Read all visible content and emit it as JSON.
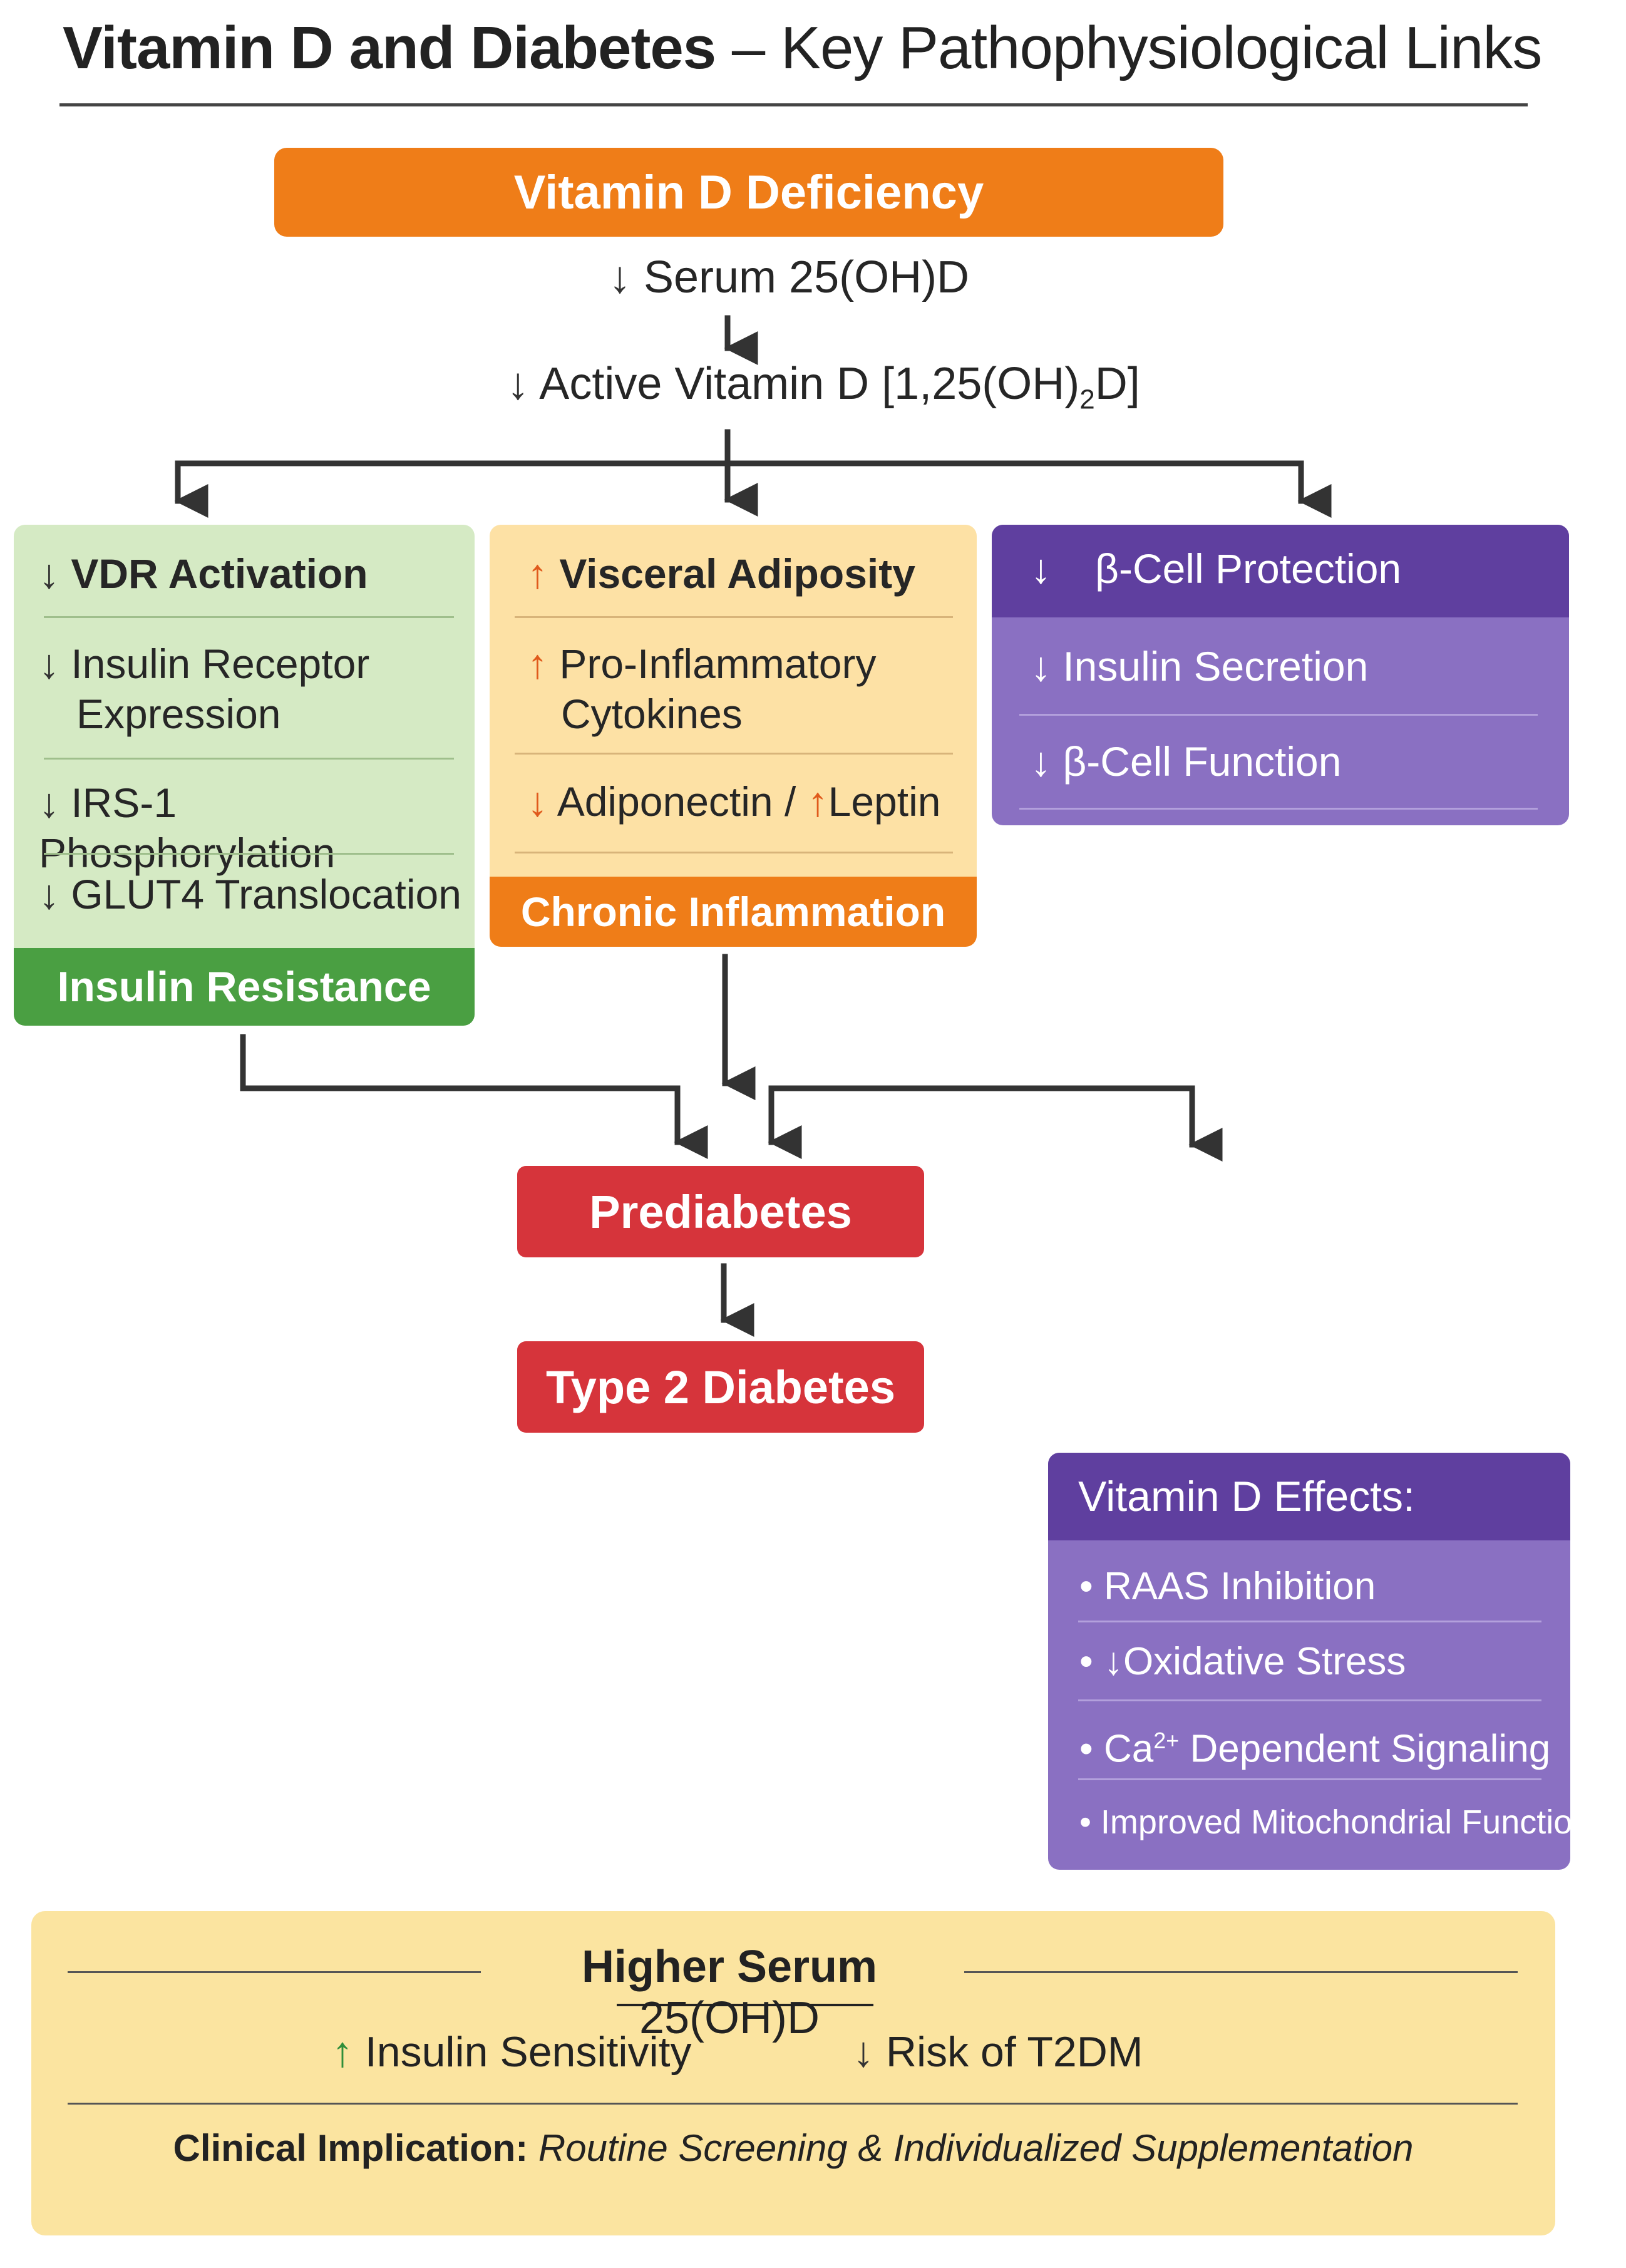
{
  "title": {
    "main": "Vitamin D and Diabetes",
    "sub": " – Key Pathophysiological Links"
  },
  "flow": {
    "deficiency": "Vitamin D Deficiency",
    "serum": {
      "arrow": "↓",
      "text": "Serum 25(OH)D"
    },
    "active": {
      "arrow": "↓",
      "text_pre": "Active Vitamin D [1,25(OH)",
      "sub": "2",
      "text_post": "D]"
    }
  },
  "green": {
    "items": [
      {
        "arrow": "↓",
        "line1": "VDR Activation",
        "line2": ""
      },
      {
        "arrow": "↓",
        "line1": "Insulin Receptor",
        "line2": "Expression"
      },
      {
        "arrow": "↓",
        "line1": "IRS-1 Phosphorylation",
        "line2": ""
      },
      {
        "arrow": "↓",
        "line1": "GLUT4 Translocation",
        "line2": ""
      }
    ],
    "footer": "Insulin Resistance"
  },
  "orange": {
    "items": [
      {
        "arrow": "↑",
        "line1": "Visceral Adiposity",
        "line2": ""
      },
      {
        "arrow": "↑",
        "line1": "Pro-Inflammatory",
        "line2": "Cytokines"
      },
      {
        "arrow": "↓",
        "line1": "Adiponectin / ",
        "arrow2": "↑",
        "line1b": "Leptin"
      }
    ],
    "footer": "Chronic Inflammation"
  },
  "purple": {
    "items": [
      {
        "arrow": "↓",
        "text": "β-Cell Protection"
      },
      {
        "arrow": "↓",
        "text": "Insulin Secretion"
      },
      {
        "arrow": "↓",
        "text": "β-Cell Function"
      }
    ]
  },
  "outcomes": {
    "prediabetes": "Prediabetes",
    "t2d": "Type 2 Diabetes"
  },
  "effects": {
    "title": "Vitamin D Effects:",
    "items": [
      {
        "bullet": "•",
        "arrow": "",
        "text": "RAAS Inhibition"
      },
      {
        "bullet": "•",
        "arrow": "↓",
        "text": "Oxidative Stress"
      },
      {
        "bullet": "•",
        "pre": "Ca",
        "sup": "2+",
        "text": " Dependent Signaling"
      },
      {
        "bullet": "•",
        "arrow": "",
        "text": "Improved Mitochondrial Function"
      }
    ]
  },
  "bottom": {
    "heading_bold": "Higher Serum",
    "heading_normal": " 25(OH)D",
    "left": {
      "arrow": "↑",
      "text": "Insulin Sensitivity"
    },
    "right": {
      "arrow": "↓",
      "text": "Risk of T2DM"
    },
    "implication_label": "Clinical Implication:",
    "implication_text": " Routine Screening & Individualized Supplementation"
  },
  "colors": {
    "orange": "#ef7d18",
    "green": "#4a9f42",
    "green_light": "#d5eac4",
    "orange_light": "#fde1a5",
    "purple_dark": "#5f3f9f",
    "purple": "#8a70c2",
    "red": "#d6343b",
    "bottom_bg": "#fbe4a0"
  }
}
